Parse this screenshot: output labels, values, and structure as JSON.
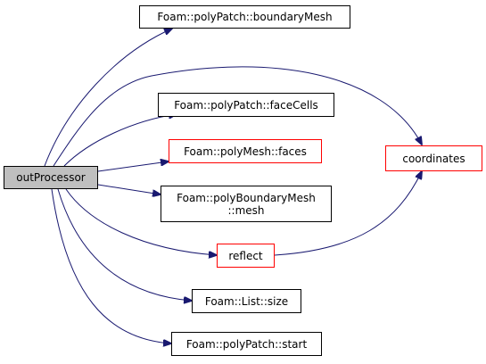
{
  "graph": {
    "root": {
      "label": "outProcessor"
    },
    "nodes": {
      "boundaryMesh": {
        "label": "Foam::polyPatch::boundaryMesh"
      },
      "faceCells": {
        "label": "Foam::polyPatch::faceCells"
      },
      "faces": {
        "label": "Foam::polyMesh::faces"
      },
      "mesh": {
        "line1": "Foam::polyBoundaryMesh",
        "line2": "::mesh"
      },
      "reflect": {
        "label": "reflect"
      },
      "size": {
        "label": "Foam::List::size"
      },
      "start": {
        "label": "Foam::polyPatch::start"
      },
      "coordinates": {
        "label": "coordinates"
      }
    },
    "edges": [
      {
        "from": "outProcessor",
        "to": "boundaryMesh"
      },
      {
        "from": "outProcessor",
        "to": "coordinates"
      },
      {
        "from": "outProcessor",
        "to": "faceCells"
      },
      {
        "from": "outProcessor",
        "to": "faces"
      },
      {
        "from": "outProcessor",
        "to": "mesh"
      },
      {
        "from": "outProcessor",
        "to": "reflect"
      },
      {
        "from": "outProcessor",
        "to": "size"
      },
      {
        "from": "outProcessor",
        "to": "start"
      },
      {
        "from": "reflect",
        "to": "coordinates"
      }
    ],
    "colors": {
      "edge": "#191970",
      "root_fill": "#bfbfbf",
      "node_border": "#000000",
      "red_border": "#ff0000"
    }
  }
}
